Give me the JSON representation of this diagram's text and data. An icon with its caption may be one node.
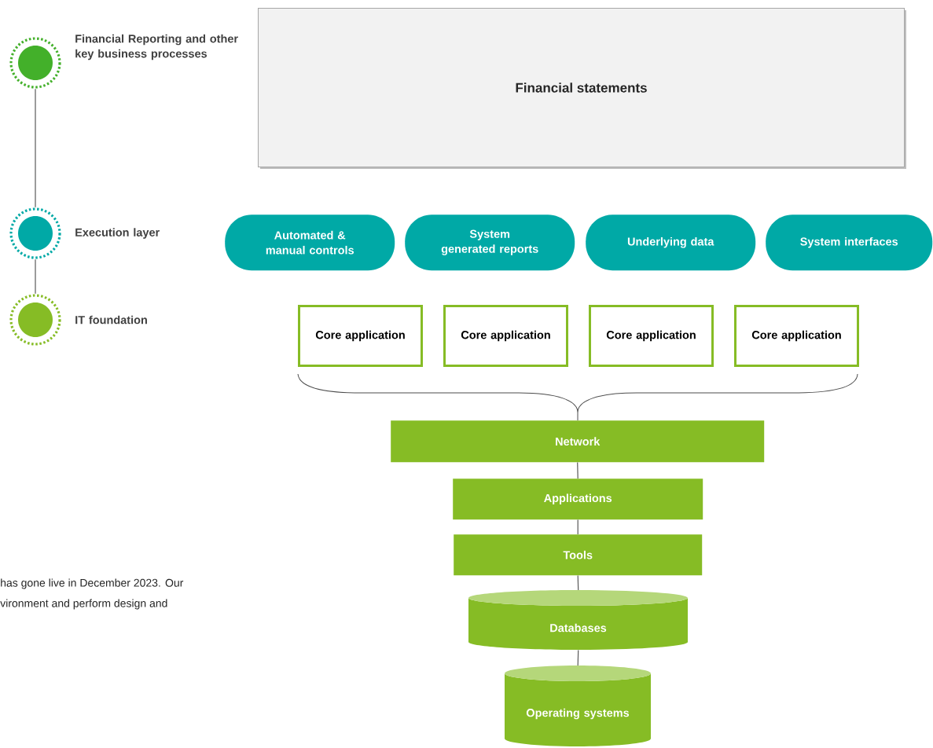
{
  "diagram": {
    "nodes": [
      {
        "text": [
          "Financial Reporting and other key business processes"
        ]
      },
      {
        "text": [
          "Execution layer"
        ]
      },
      {
        "text": [
          "IT foundation"
        ]
      },
      {
        "text": [
          "Financial statements"
        ]
      },
      {
        "text": [
          "Automated & manual controls"
        ]
      },
      {
        "text": [
          "System generated reports"
        ]
      },
      {
        "text": [
          "Underlying data"
        ]
      },
      {
        "text": [
          "System interfaces"
        ]
      },
      {
        "text": [
          "Core application"
        ]
      },
      {
        "text": [
          "Core application"
        ]
      },
      {
        "text": [
          "Core application"
        ]
      },
      {
        "text": [
          "Core application"
        ]
      },
      {
        "text": [
          "Network"
        ]
      },
      {
        "text": [
          "Applications"
        ]
      },
      {
        "text": [
          "Tools"
        ]
      },
      {
        "text": [
          "Databases"
        ]
      },
      {
        "text": [
          "Operating systems"
        ]
      }
    ],
    "edges": [
      {
        "from": 0,
        "to": 1,
        "arrow": "none"
      },
      {
        "from": 1,
        "to": 2,
        "arrow": "none"
      },
      {
        "from": 12,
        "to": 13,
        "arrow": "none"
      },
      {
        "from": 13,
        "to": 14,
        "arrow": "none"
      },
      {
        "from": 14,
        "to": 15,
        "arrow": "none"
      },
      {
        "from": 15,
        "to": 16,
        "arrow": "none"
      }
    ],
    "labels": [
      "has gone live in December 2023. Our",
      "vironment and perform design and"
    ]
  }
}
